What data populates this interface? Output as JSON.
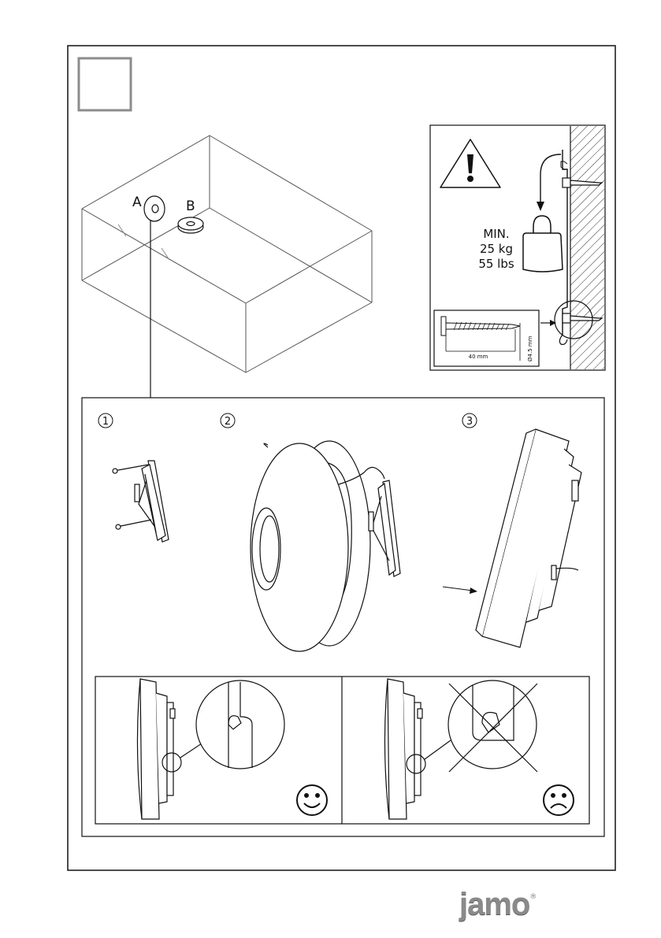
{
  "step_box": {
    "label": ""
  },
  "top_scene": {
    "fixture_a_label": "A",
    "fixture_b_label": "B"
  },
  "weight_panel": {
    "min_label": "MIN.",
    "weight_kg": "25 kg",
    "weight_lbs": "55 lbs",
    "screw_length": "40 mm",
    "screw_diameter": "Ø4.5 mm"
  },
  "steps": [
    {
      "number": "1"
    },
    {
      "number": "2"
    },
    {
      "number": "3"
    }
  ],
  "brand": {
    "name": "jamo",
    "registered": "®"
  },
  "colors": {
    "line": "#1a1a1a",
    "grey_box": "#8c8c8c",
    "logo": "#8a8a8a"
  }
}
